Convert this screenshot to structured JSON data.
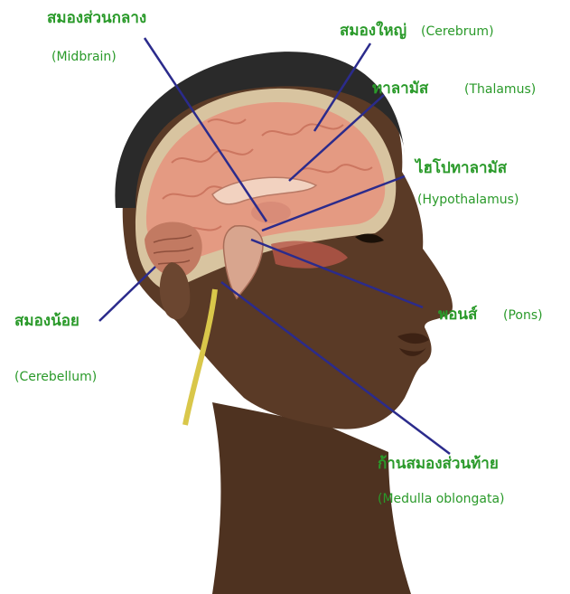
{
  "labels": {
    "midbrain": {
      "thai": "สมองส่วนกลาง",
      "english": "(Midbrain)"
    },
    "cerebrum": {
      "thai": "สมองใหญ่",
      "english": "(Cerebrum)"
    },
    "thalamus": {
      "thai": "ทาลามัส",
      "english": "(Thalamus)"
    },
    "hypothalamus": {
      "thai": "ไฮโปทาลามัส",
      "english": "(Hypothalamus)"
    },
    "pons": {
      "thai": "พอนส์",
      "english": "(Pons)"
    },
    "cerebellum": {
      "thai": "สมองน้อย",
      "english": "(Cerebellum)"
    },
    "medulla": {
      "thai": "ก้านสมองส่วนท้าย",
      "english": "(Medulla oblongata)"
    }
  },
  "colors": {
    "label_text": "#2a9a2a",
    "pointer_line": "#2b2b8c",
    "skin": "#5a3a26",
    "brain": "#e49a82",
    "hair": "#2a2a2a",
    "nerve": "#d9c74a"
  }
}
